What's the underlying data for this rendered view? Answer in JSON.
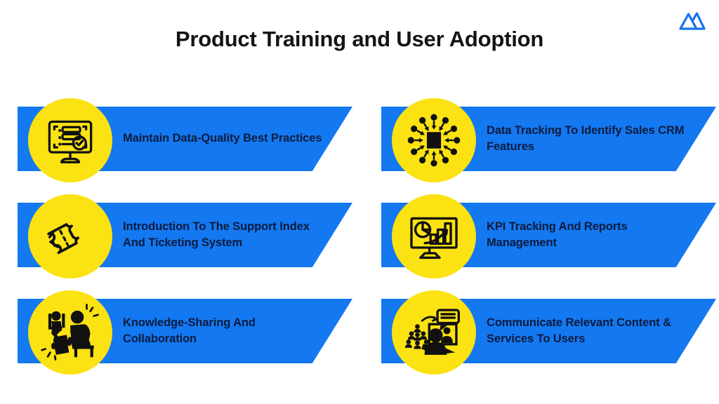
{
  "slide": {
    "title": "Product Training and User Adoption",
    "logo_name": "brand-mountain-logo",
    "colors": {
      "banner_blue": "#1478F0",
      "circle_yellow": "#FBE212",
      "text_navy": "#0D1B3E",
      "title_black": "#141414",
      "logo_blue": "#1A73E8",
      "background": "#FFFFFF"
    }
  },
  "items": [
    {
      "id": "maintain-data-quality-best-practices",
      "label": "Maintain Data-Quality Best Practices",
      "icon": "monitor-data-check-icon",
      "column": "left",
      "row": 1
    },
    {
      "id": "data-tracking-to-identify-sales-crm-features",
      "label": "Data Tracking To Identify Sales CRM Features",
      "icon": "data-aggregation-arrows-icon",
      "column": "right",
      "row": 1
    },
    {
      "id": "introduction-to-the-support-index-and-ticketing-system",
      "label": "Introduction To The Support Index And Ticketing System",
      "icon": "tickets-icon",
      "column": "left",
      "row": 2
    },
    {
      "id": "kpi-tracking-and-reports-management",
      "label": "KPI Tracking And Reports Management",
      "icon": "monitor-charts-icon",
      "column": "right",
      "row": 2
    },
    {
      "id": "knowledge-sharing-and-collaboration",
      "label": "Knowledge-Sharing And Collaboration",
      "icon": "people-puzzle-collaboration-icon",
      "column": "left",
      "row": 3
    },
    {
      "id": "communicate-relevant-content-and-services-to-users",
      "label": "Communicate Relevant Content & Services To Users",
      "icon": "person-screen-chat-icon",
      "column": "right",
      "row": 3
    }
  ]
}
